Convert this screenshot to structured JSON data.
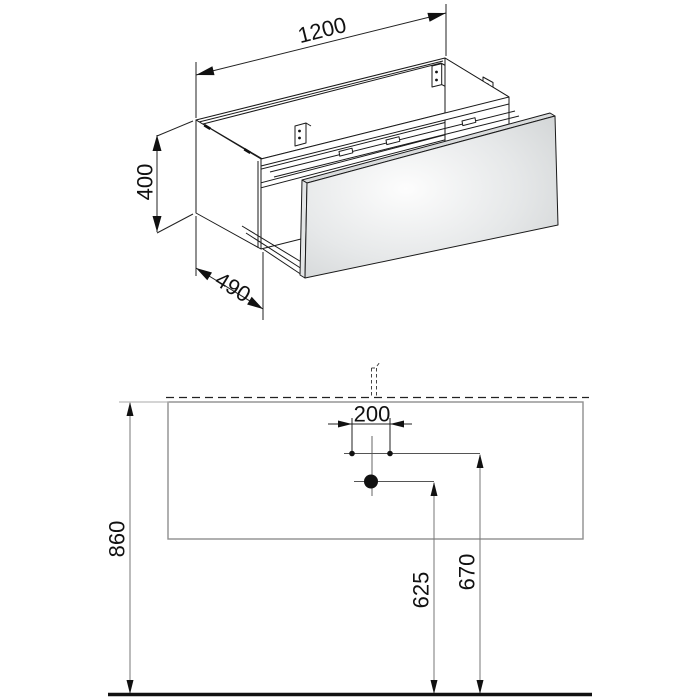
{
  "drawing": {
    "isometric_view": {
      "width_mm": "1200",
      "height_mm": "400",
      "depth_mm": "490"
    },
    "installation_view": {
      "tap_hole_spacing_mm": "200",
      "top_edge_height_mm": "860",
      "fixing_height_mm": "670",
      "drain_height_mm": "625"
    },
    "colors": {
      "line": "#1a1a1a",
      "secondary_line": "#8f8f8f",
      "panel_highlight": "#fdfdfd",
      "panel_shade": "#cfd2d3"
    }
  }
}
